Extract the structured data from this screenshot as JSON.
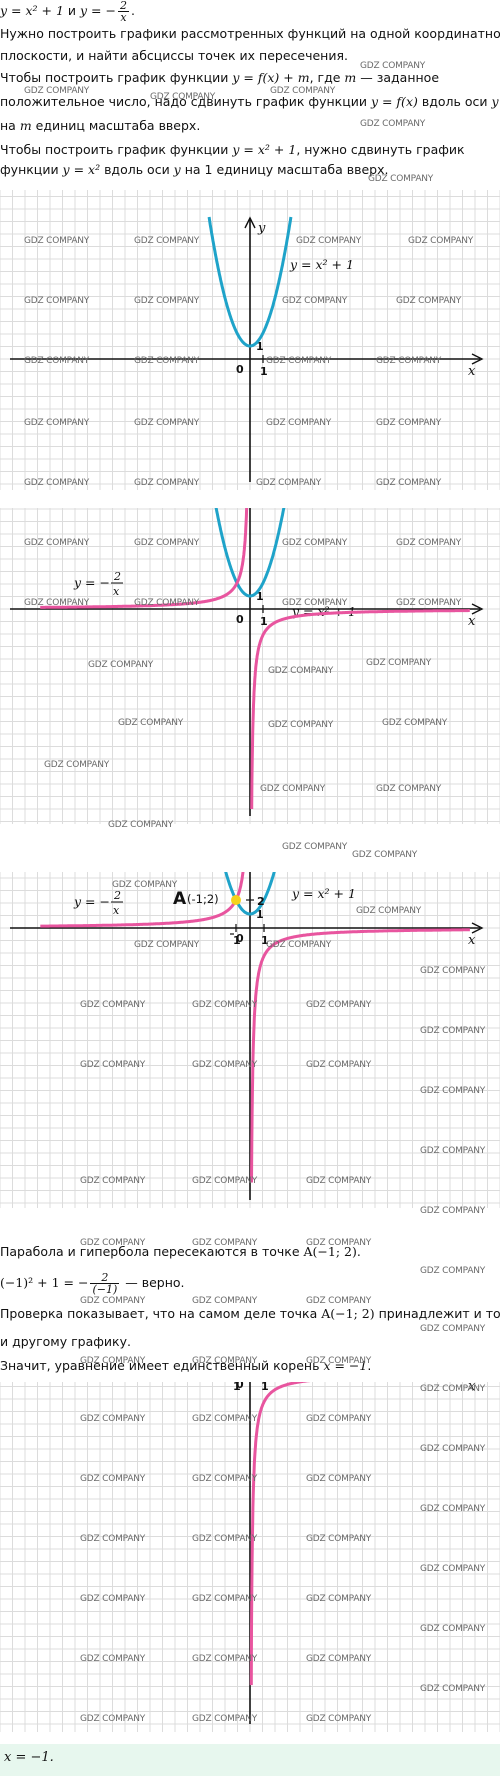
{
  "text": {
    "l1": {
      "math": "y = x² + 1",
      "mid": " и ",
      "math2": "y = −",
      "math2b": "2",
      "math2c": "."
    },
    "l2": "Нужно построить графики рассмотренных функций на одной координатной",
    "l3": "плоскости, и найти абсциссы точек их пересечения.",
    "l4a": "Чтобы построить график функции ",
    "l4m": "y = f(x) + m",
    "l4b": ", где ",
    "l4m2": "m",
    "l4c": " — заданное",
    "l5a": "положительное число, надо сдвинуть график функции ",
    "l5m": "y = f(x)",
    "l5b": " вдоль оси ",
    "l5m2": "y",
    "l6a": "на ",
    "l6m": "m",
    "l6b": " единиц масштаба вверх.",
    "l7a": "Чтобы построить график функции ",
    "l7m": "y = x² + 1",
    "l7b": ", нужно сдвинуть график",
    "l8a": "функции ",
    "l8m": "y = x²",
    "l8b": " вдоль оси ",
    "l8m2": "y",
    "l8c": " на 1 единицу масштаба вверх.",
    "p1a": "Парабола и гипербола пересекаются в точке ",
    "p1m": "A(−1; 2)",
    "p1b": ".",
    "p2m": "(−1)² + 1 = −",
    "p2num": "2",
    "p2den": "(−1)",
    "p2b": " — верно.",
    "p3a": "Проверка показывает, что на самом деле точка ",
    "p3m": "A(−1; 2)",
    "p3b": " принадлежит и тому,",
    "p4": "и другому графику.",
    "p5a": "Значит, уравнение имеет единственный корень ",
    "p5m": "x = −1",
    "p5b": ".",
    "answer": "x = −1."
  },
  "watermark": "GDZ COMPANY",
  "graph_labels": {
    "y_axis": "y",
    "x_axis": "x",
    "origin": "0",
    "one": "1",
    "two": "2",
    "parabola": "y = x² + 1",
    "hyperbola_left": "y = −",
    "hyperbola_num": "2",
    "hyperbola_den": "x",
    "point_letter": "A",
    "point_coords": "(-1;2)"
  },
  "colors": {
    "grid": "#dcdcdc",
    "parabola": "#1fa3c9",
    "hyperbola": "#e8559f",
    "point": "#f5d21c",
    "answer_bg": "#e7f7ee"
  }
}
